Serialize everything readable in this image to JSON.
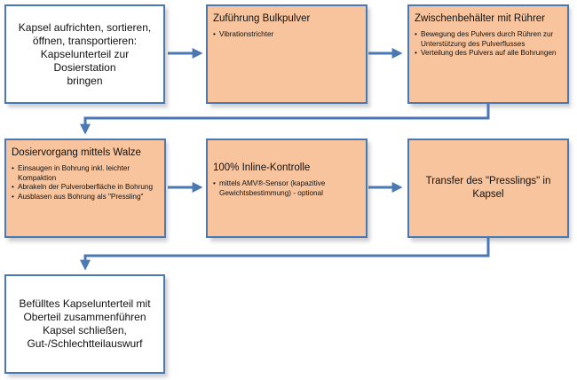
{
  "boxes": {
    "start": {
      "text": "Kapsel aufrichten, sortieren,\nöffnen, transportieren:\nKapselunterteil zur Dosierstation\nbringen"
    },
    "bulk_feed": {
      "title": "Zuführung Bulkpulver",
      "bullets": [
        "Vibrationstrichter"
      ]
    },
    "intermediate": {
      "title": "Zwischenbehälter mit Rührer",
      "bullets": [
        "Bewegung des Pulvers durch Rühren zur Unterstützung des Pulverflusses",
        "Verteilung des Pulvers auf alle Bohrungen"
      ]
    },
    "dosing": {
      "title": "Dosiervorgang mittels Walze",
      "bullets": [
        "Einsaugen in Bohrung inkl. leichter Kompaktion",
        "Abrakeln der Pulveroberfläche in Bohrung",
        "Ausblasen aus Bohrung als \"Pressling\""
      ]
    },
    "inline_control": {
      "title": "100% Inline-Kontrolle",
      "bullets": [
        "mittels AMV®-Sensor (kapazitive Gewichtsbestimmung) - optional"
      ]
    },
    "transfer": {
      "text": "Transfer des \"Presslings\" in Kapsel"
    },
    "end": {
      "text": "Befülltes Kapselunterteil mit\nOberteil zusammenführen\nKapsel schließen,\nGut-/Schlechtteilauswurf"
    }
  },
  "colors": {
    "box_border": "#4a78b5",
    "arrow": "#4a78b5",
    "process_fill": "#f8c49d",
    "plain_fill": "#ffffff"
  }
}
